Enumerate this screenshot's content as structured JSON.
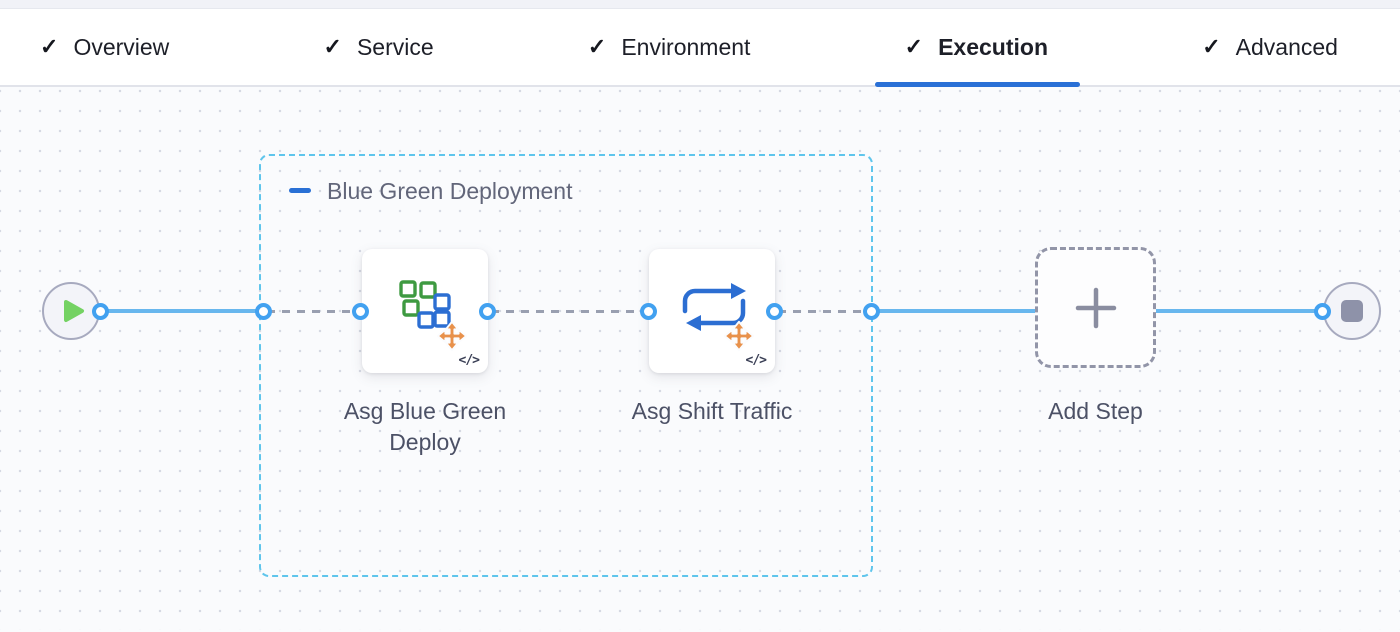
{
  "tab_bar": {
    "check_glyph": "✓",
    "tabs": [
      {
        "label": "Overview",
        "checked": true,
        "active": false
      },
      {
        "label": "Service",
        "checked": true,
        "active": false
      },
      {
        "label": "Environment",
        "checked": true,
        "active": false
      },
      {
        "label": "Execution",
        "checked": true,
        "active": true
      },
      {
        "label": "Advanced",
        "checked": true,
        "active": false
      }
    ]
  },
  "pipeline": {
    "group": {
      "label": "Blue Green Deployment"
    },
    "steps": [
      {
        "label": "Asg Blue Green Deploy",
        "icon": "asg-blue-green-deploy-icon",
        "badge": "</>"
      },
      {
        "label": "Asg Shift Traffic",
        "icon": "asg-shift-traffic-icon",
        "badge": "</>"
      }
    ],
    "add_step": {
      "label": "Add Step",
      "icon": "plus-icon"
    },
    "start_node": {
      "icon": "play-icon"
    },
    "end_node": {
      "icon": "stop-icon"
    }
  },
  "colors": {
    "active_tab_underline": "#2a70d6",
    "group_border": "#5fc5ec",
    "connector_solid": "#68b7ee",
    "connector_dashed": "#999fb0",
    "port_ring": "#42a1f0",
    "play_green": "#74d263",
    "stop_gray": "#8e92a9",
    "icon_green": "#3e9a41",
    "icon_blue": "#2c6ed2",
    "accent_orange": "#e8914b"
  }
}
